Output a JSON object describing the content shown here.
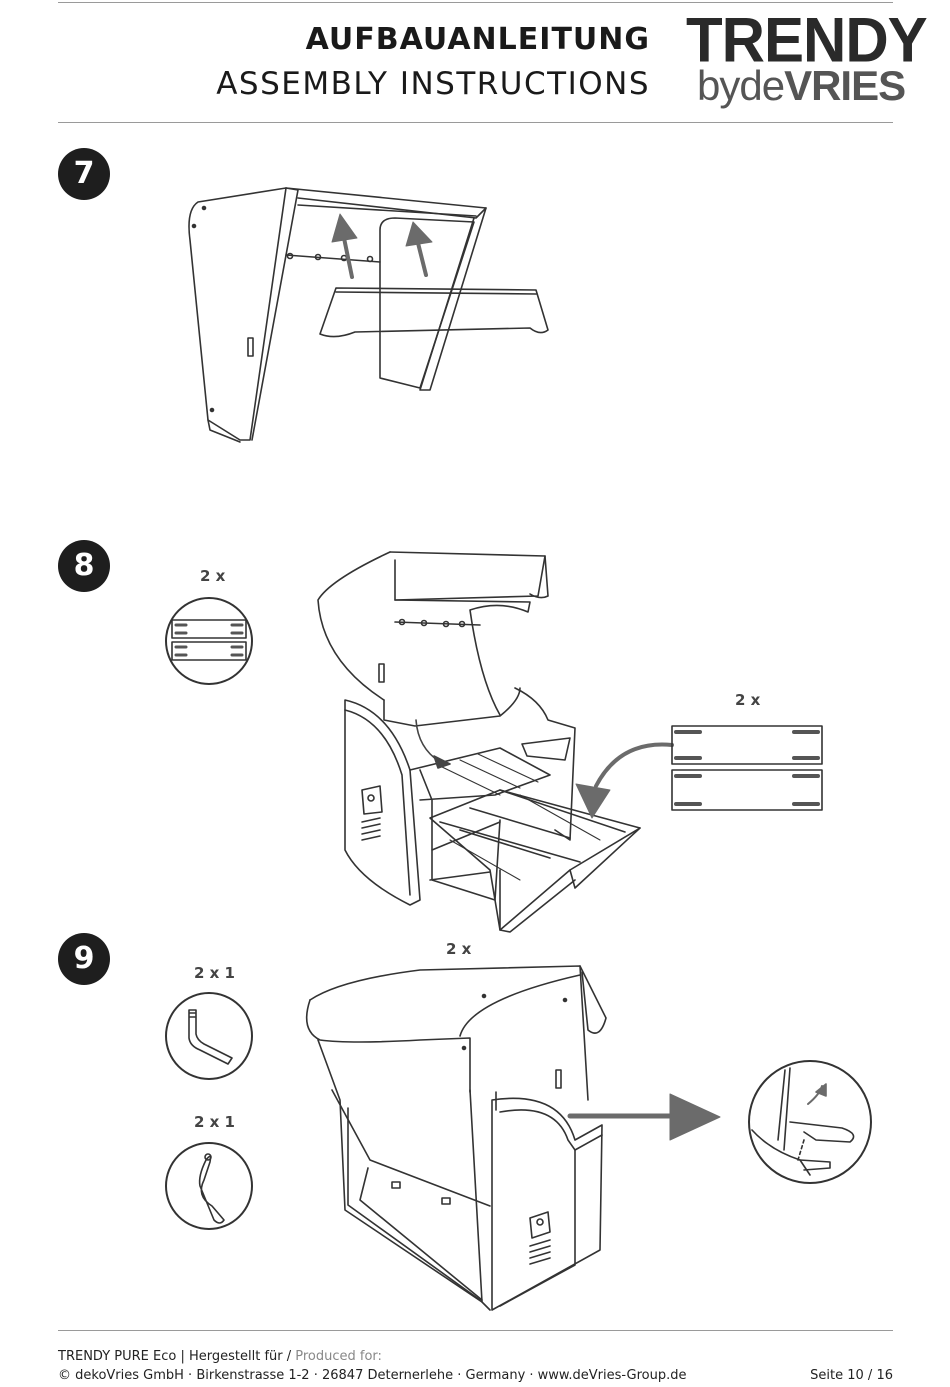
{
  "header": {
    "title_de": "AUFBAUANLEITUNG",
    "title_en": "ASSEMBLY INSTRUCTIONS",
    "logo_main": "TRENDY",
    "logo_by": "by",
    "logo_de": "de",
    "logo_vries": "VRIES"
  },
  "steps": [
    {
      "number": "7"
    },
    {
      "number": "8",
      "quantities": [
        "2 x",
        "2 x"
      ]
    },
    {
      "number": "9",
      "quantities": [
        "2 x",
        "2 x 1",
        "2 x 1"
      ]
    }
  ],
  "footer": {
    "line1_main": "TRENDY PURE Eco | Hergestellt für / ",
    "line1_grey": "Produced for:",
    "line2": "© dekoVries GmbH · Birkenstrasse 1-2 · 26847 Deternerlehe · Germany · www.deVries-Group.de",
    "page": "Seite 10 / 16"
  },
  "colors": {
    "arrow": "#6b6b6b",
    "line": "#333333",
    "badge": "#1e1e1e"
  },
  "icons": [
    "arrow-up-icon",
    "arrow-right-icon",
    "curved-arrow-icon",
    "hex-key-icon",
    "hook-pin-icon"
  ]
}
